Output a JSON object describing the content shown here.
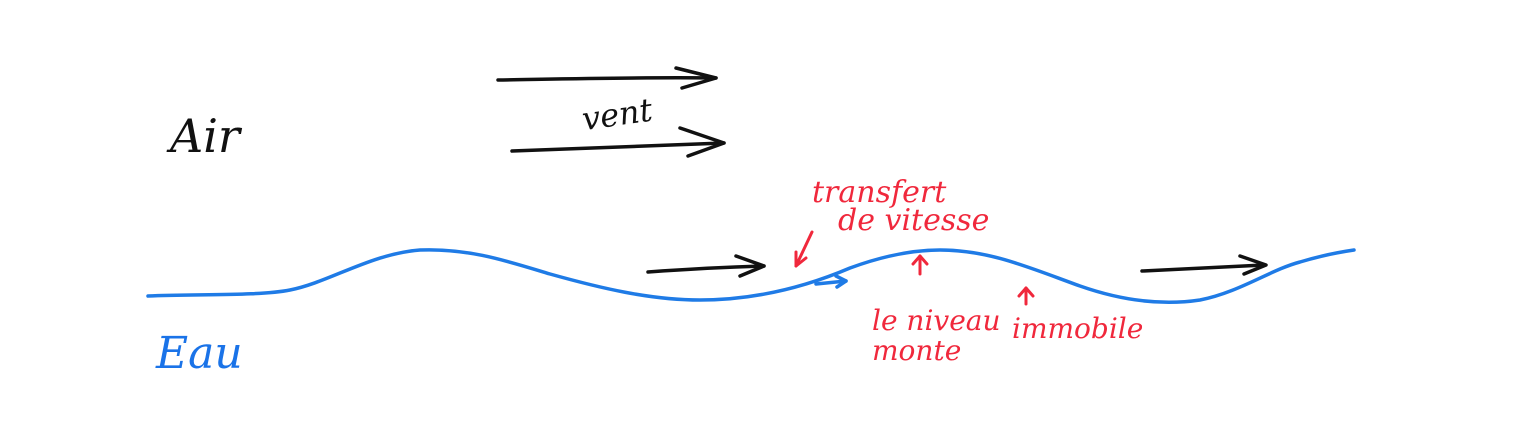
{
  "labels": {
    "air": "Air",
    "water": "Eau",
    "wind": "vent",
    "transfer_line1": "transfert",
    "transfer_line2": "de vitesse",
    "level_line1": "le niveau",
    "level_line2": "monte",
    "still": "immobile"
  },
  "colors": {
    "ink": "#111111",
    "water": "#1f7be6",
    "annotation": "#f0283c",
    "background": "#ffffff"
  }
}
